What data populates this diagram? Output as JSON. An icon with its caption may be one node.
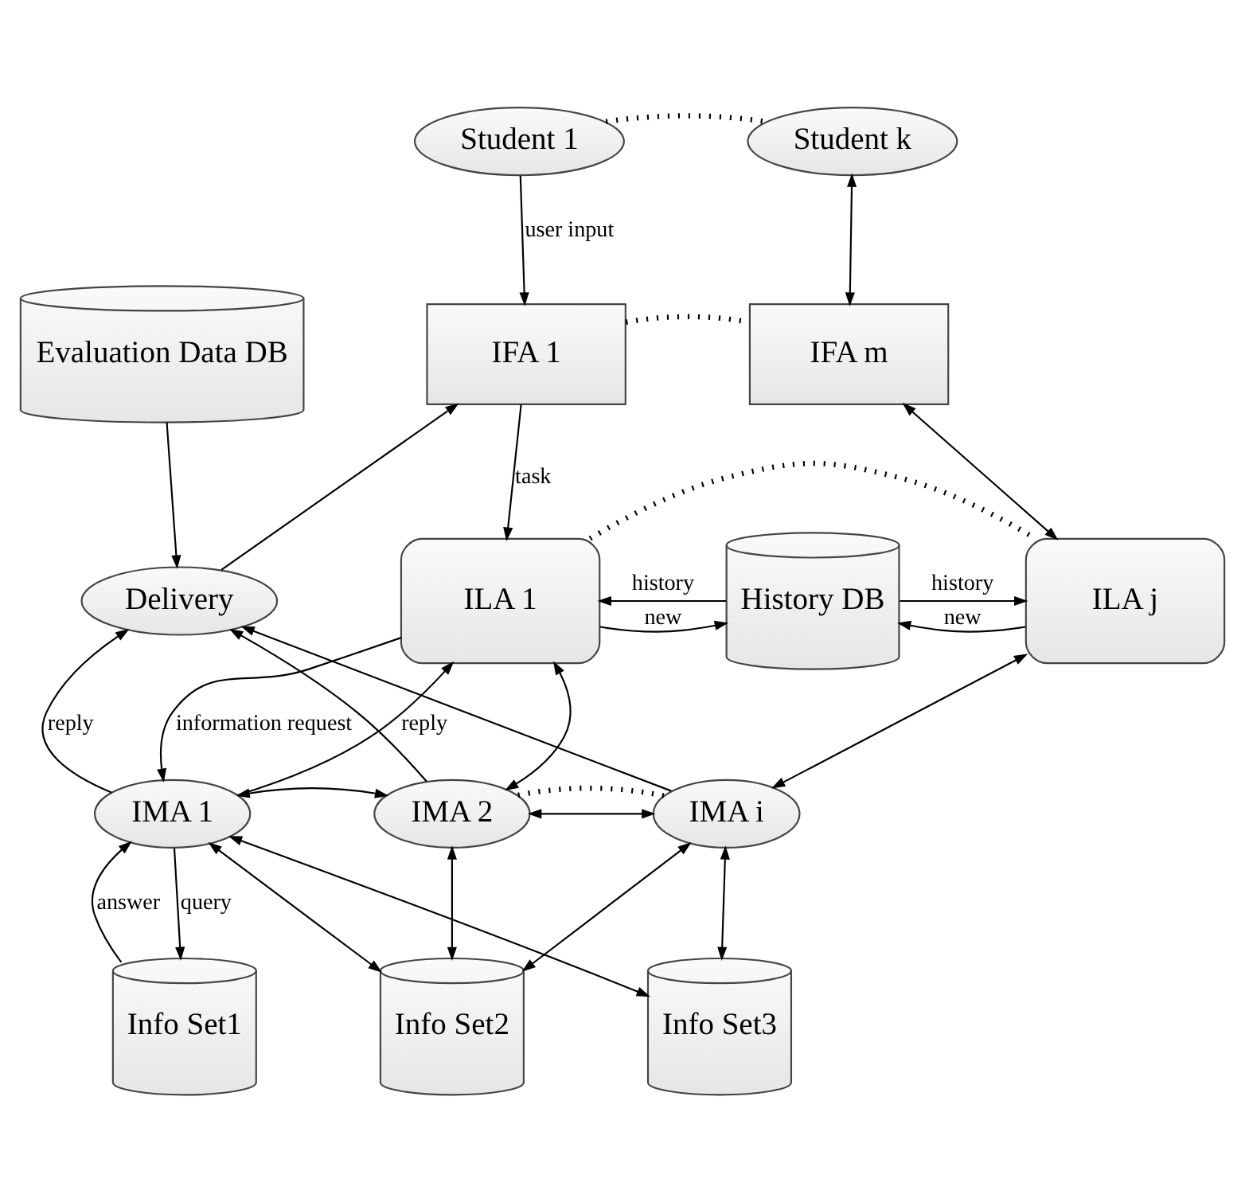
{
  "diagram": {
    "nodes": [
      {
        "text": [
          "Student 1"
        ]
      },
      {
        "text": [
          "Student k"
        ]
      },
      {
        "text": [
          "Evaluation Data DB"
        ]
      },
      {
        "text": [
          "IFA 1"
        ]
      },
      {
        "text": [
          "IFA m"
        ]
      },
      {
        "text": [
          "Delivery"
        ]
      },
      {
        "text": [
          "ILA 1"
        ]
      },
      {
        "text": [
          "History DB"
        ]
      },
      {
        "text": [
          "ILA j"
        ]
      },
      {
        "text": [
          "IMA 1"
        ]
      },
      {
        "text": [
          "IMA 2"
        ]
      },
      {
        "text": [
          "IMA i"
        ]
      },
      {
        "text": [
          "Info Set1"
        ]
      },
      {
        "text": [
          "Info Set2"
        ]
      },
      {
        "text": [
          "Info Set3"
        ]
      }
    ],
    "edges": [
      {
        "from": 0,
        "to": 1,
        "arrow": "none",
        "style": "dashed"
      },
      {
        "from": 0,
        "to": 3,
        "arrow": "to",
        "label": "user input"
      },
      {
        "from": 1,
        "to": 4,
        "arrow": "both"
      },
      {
        "from": 2,
        "to": 5,
        "arrow": "to"
      },
      {
        "from": 5,
        "to": 3,
        "arrow": "to"
      },
      {
        "from": 3,
        "to": 4,
        "arrow": "none",
        "style": "dashed"
      },
      {
        "from": 3,
        "to": 6,
        "arrow": "to",
        "label": "task"
      },
      {
        "from": 4,
        "to": 8,
        "arrow": "both"
      },
      {
        "from": 7,
        "to": 6,
        "arrow": "to",
        "label": "history"
      },
      {
        "from": 6,
        "to": 7,
        "arrow": "to",
        "label": "new"
      },
      {
        "from": 7,
        "to": 8,
        "arrow": "to",
        "label": "history"
      },
      {
        "from": 8,
        "to": 7,
        "arrow": "to",
        "label": "new"
      },
      {
        "from": 6,
        "to": 8,
        "arrow": "none",
        "style": "dashed"
      },
      {
        "from": 9,
        "to": 5,
        "arrow": "to",
        "label": "reply"
      },
      {
        "from": 9,
        "to": 6,
        "arrow": "to",
        "label": "reply"
      },
      {
        "from": 6,
        "to": 9,
        "arrow": "to",
        "label": "information request"
      },
      {
        "from": 6,
        "to": 10,
        "arrow": "both"
      },
      {
        "from": 8,
        "to": 11,
        "arrow": "both"
      },
      {
        "from": 10,
        "to": 5,
        "arrow": "to"
      },
      {
        "from": 11,
        "to": 5,
        "arrow": "to"
      },
      {
        "from": 9,
        "to": 10,
        "arrow": "both"
      },
      {
        "from": 10,
        "to": 11,
        "arrow": "both"
      },
      {
        "from": 10,
        "to": 11,
        "arrow": "none",
        "style": "dashed"
      },
      {
        "from": 9,
        "to": 12,
        "arrow": "to",
        "label": "query"
      },
      {
        "from": 12,
        "to": 9,
        "arrow": "to",
        "label": "answer"
      },
      {
        "from": 9,
        "to": 13,
        "arrow": "both"
      },
      {
        "from": 9,
        "to": 14,
        "arrow": "both"
      },
      {
        "from": 10,
        "to": 13,
        "arrow": "both"
      },
      {
        "from": 11,
        "to": 13,
        "arrow": "both"
      },
      {
        "from": 11,
        "to": 14,
        "arrow": "both"
      }
    ]
  }
}
